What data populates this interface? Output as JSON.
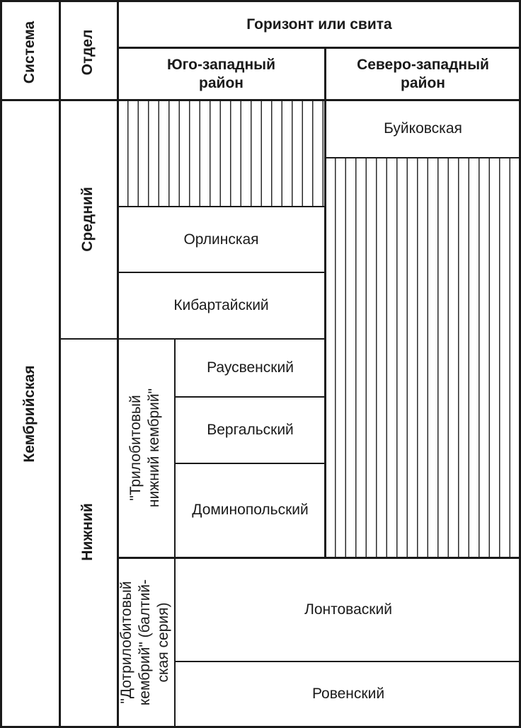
{
  "header": {
    "system": "Система",
    "division": "Отдел",
    "horizon": "Горизонт или свита",
    "sw_region": [
      "Юго-западный",
      "район"
    ],
    "nw_region": [
      "Северо-западный",
      "район"
    ]
  },
  "system": {
    "name": "Кембрийская"
  },
  "divisions": {
    "middle": "Средний",
    "lower": "Нижний"
  },
  "groups": {
    "trilobite": [
      "\"Трилобитовый",
      "нижний кембрий\""
    ],
    "pretrilobite": [
      "\"Дотрилобитовый",
      "кембрий\" (балтий-",
      "ская серия)"
    ]
  },
  "units": {
    "buikovskaya": "Буйковская",
    "orlinskaya": "Орлинская",
    "kibartaisky": "Кибартайский",
    "rausvensky": "Раусвенский",
    "vergalsky": "Вергальский",
    "dominopolsky": "Доминопольский",
    "lontovasky": "Лонтоваский",
    "rovensky": "Ровенский"
  }
}
